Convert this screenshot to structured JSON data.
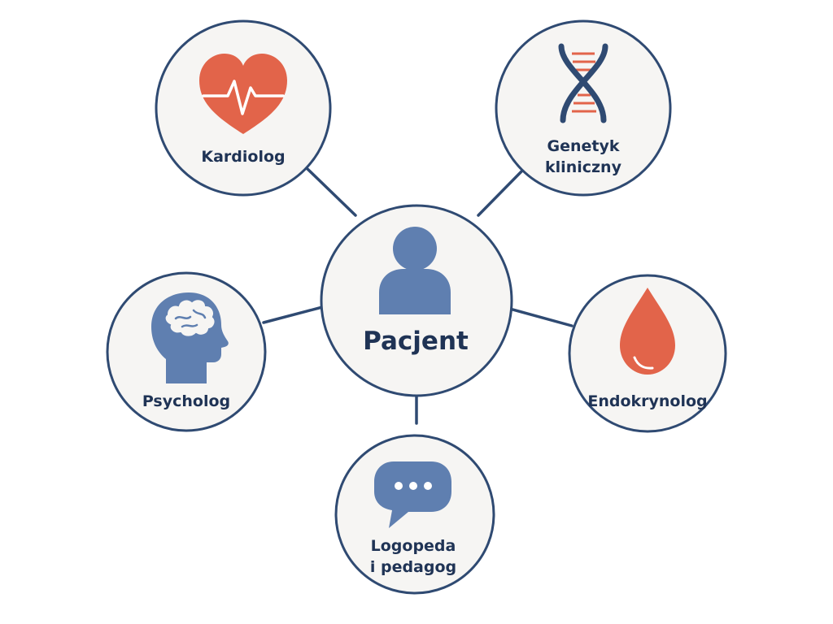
{
  "colors": {
    "outline": "#2f4a72",
    "text": "#1f3355",
    "node_fill": "#f6f5f3",
    "icon_blue": "#5f7fb0",
    "icon_red": "#e2644a"
  },
  "center": {
    "label": "Pacjent",
    "icon": "person-icon"
  },
  "specialists": [
    {
      "id": "kardiolog",
      "lines": [
        "Kardiolog"
      ],
      "icon": "heart-pulse-icon"
    },
    {
      "id": "genetyk",
      "lines": [
        "Genetyk",
        "kliniczny"
      ],
      "icon": "dna-icon"
    },
    {
      "id": "psycholog",
      "lines": [
        "Psycholog"
      ],
      "icon": "brain-head-icon"
    },
    {
      "id": "endokrynolog",
      "lines": [
        "Endokrynolog"
      ],
      "icon": "blood-drop-icon"
    },
    {
      "id": "logopeda",
      "lines": [
        "Logopeda",
        "i pedagog"
      ],
      "icon": "speech-bubble-icon"
    }
  ]
}
